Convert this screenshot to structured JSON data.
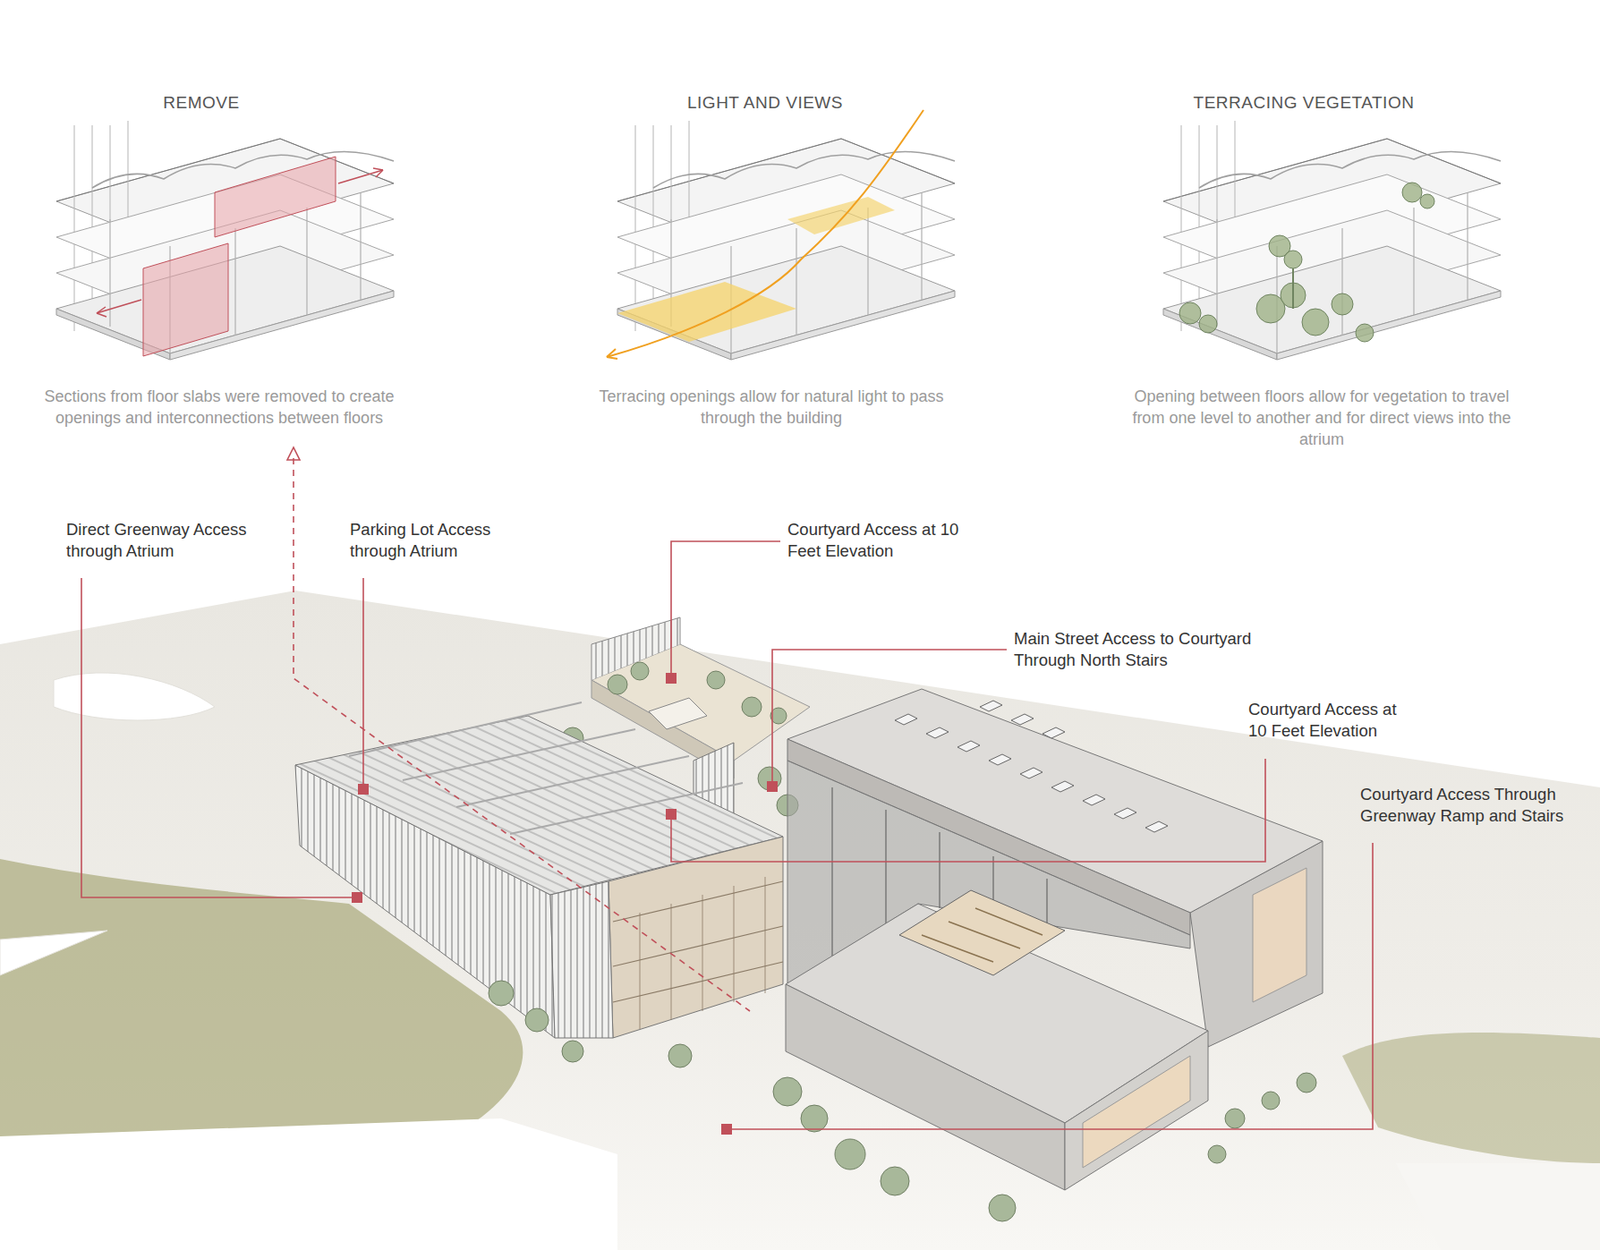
{
  "diagram": {
    "labels": [
      "REMOVE",
      "Sections from floor slabs were removed to create openings and interconnections between floors",
      "LIGHT AND VIEWS",
      "Terracing openings allow for natural light to pass through the building",
      "TERRACING VEGETATION",
      "Opening between floors allow for vegetation to travel from one level to another and for direct views into the atrium",
      "Direct Greenway Access through Atrium",
      "Parking Lot Access through Atrium",
      "Courtyard Access at 10 Feet Elevation",
      "Main Street Access to Courtyard Through North Stairs",
      "Courtyard Access at 10 Feet Elevation",
      "Courtyard Access Through Greenway Ramp and Stairs"
    ]
  }
}
